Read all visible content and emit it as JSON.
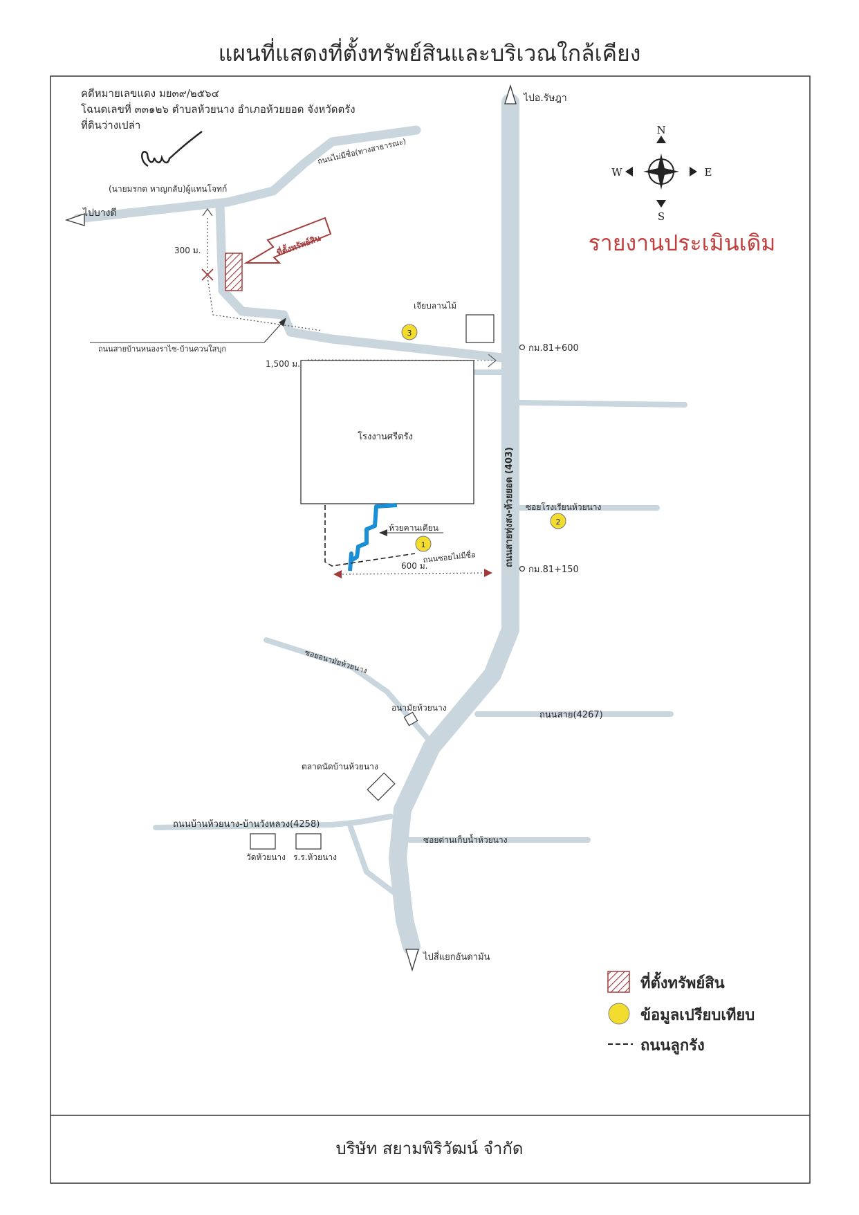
{
  "title": "แผนที่แสดงที่ตั้งทรัพย์สินและบริเวณใกล้เคียง",
  "header": {
    "case_no": "คดีหมายเลขแดง มย๓๙/๒๕๖๔",
    "deed": "โฉนดเลขที่ ๓๓๑๒๖ ตำบลห้วยนาง อำเภอห้วยยอด จังหวัดตรัง",
    "land_type": "ที่ดินว่างเปล่า",
    "signer": "(นายมรกต หาญกลับ)ผู้แทนโจทก์"
  },
  "report_label": "รายงานประเมินเดิม",
  "compass": {
    "n": "N",
    "s": "S",
    "e": "E",
    "w": "W"
  },
  "labels": {
    "to_ratsada": "ไปอ.รัษฎา",
    "to_bangdi": "ไปบางดี",
    "public_road": "ถนนไม่มีชื่อ(ทางสาธารณะ)",
    "subject_site": "ที่ตั้งทรัพย์สิน",
    "dist_300": "300 ม.",
    "sapan_road": "ถนนสายบ้านหนองราไซ-บ้านควนใสบุก",
    "dist_1500": "1,500 ม.",
    "sawmill": "เจียบลานไม้",
    "km_81_600": "กม.81+600",
    "factory": "โรงงานศรีตรัง",
    "main_road": "ถนนสายทุ่งสง-ห้วยยอด (403)",
    "soi_school": "ซอยโรงเรียนห้วยนาง",
    "canal": "ห้วยคานเคียน",
    "unnamed_soi": "ถนนซอยไม่มีชื่อ",
    "dist_600": "600 ม.",
    "km_81_150": "กม.81+150",
    "soi_health": "ซอยอนามัยห้วยนาง",
    "health_center": "อนามัยห้วยนาง",
    "road_4267": "ถนนสาย(4267)",
    "market": "ตลาดนัดบ้านห้วยนาง",
    "road_4258": "ถนนบ้านห้วยนาง-บ้านวังหลวง(4258)",
    "temple": "วัดห้วยนาง",
    "school": "ร.ร.ห้วยนาง",
    "soi_tax": "ซอยด่านเก็บน้ำห้วยนาง",
    "to_junction": "ไปสี่แยกอันดามัน",
    "marker_1": "1",
    "marker_2": "2",
    "marker_3": "3"
  },
  "legend": {
    "site": "ที่ตั้งทรัพย์สิน",
    "comparable": "ข้อมูลเปรียบเทียบ",
    "access_road": "ถนนลูกรัง"
  },
  "footer": "บริษัท สยามพิริวัฒน์ จำกัด",
  "colors": {
    "road": "#c9d6de",
    "site_hatch": "#a33b3b",
    "marker": "#f2dc2e",
    "canal": "#1a8fd6",
    "report_label": "#c0403f"
  }
}
